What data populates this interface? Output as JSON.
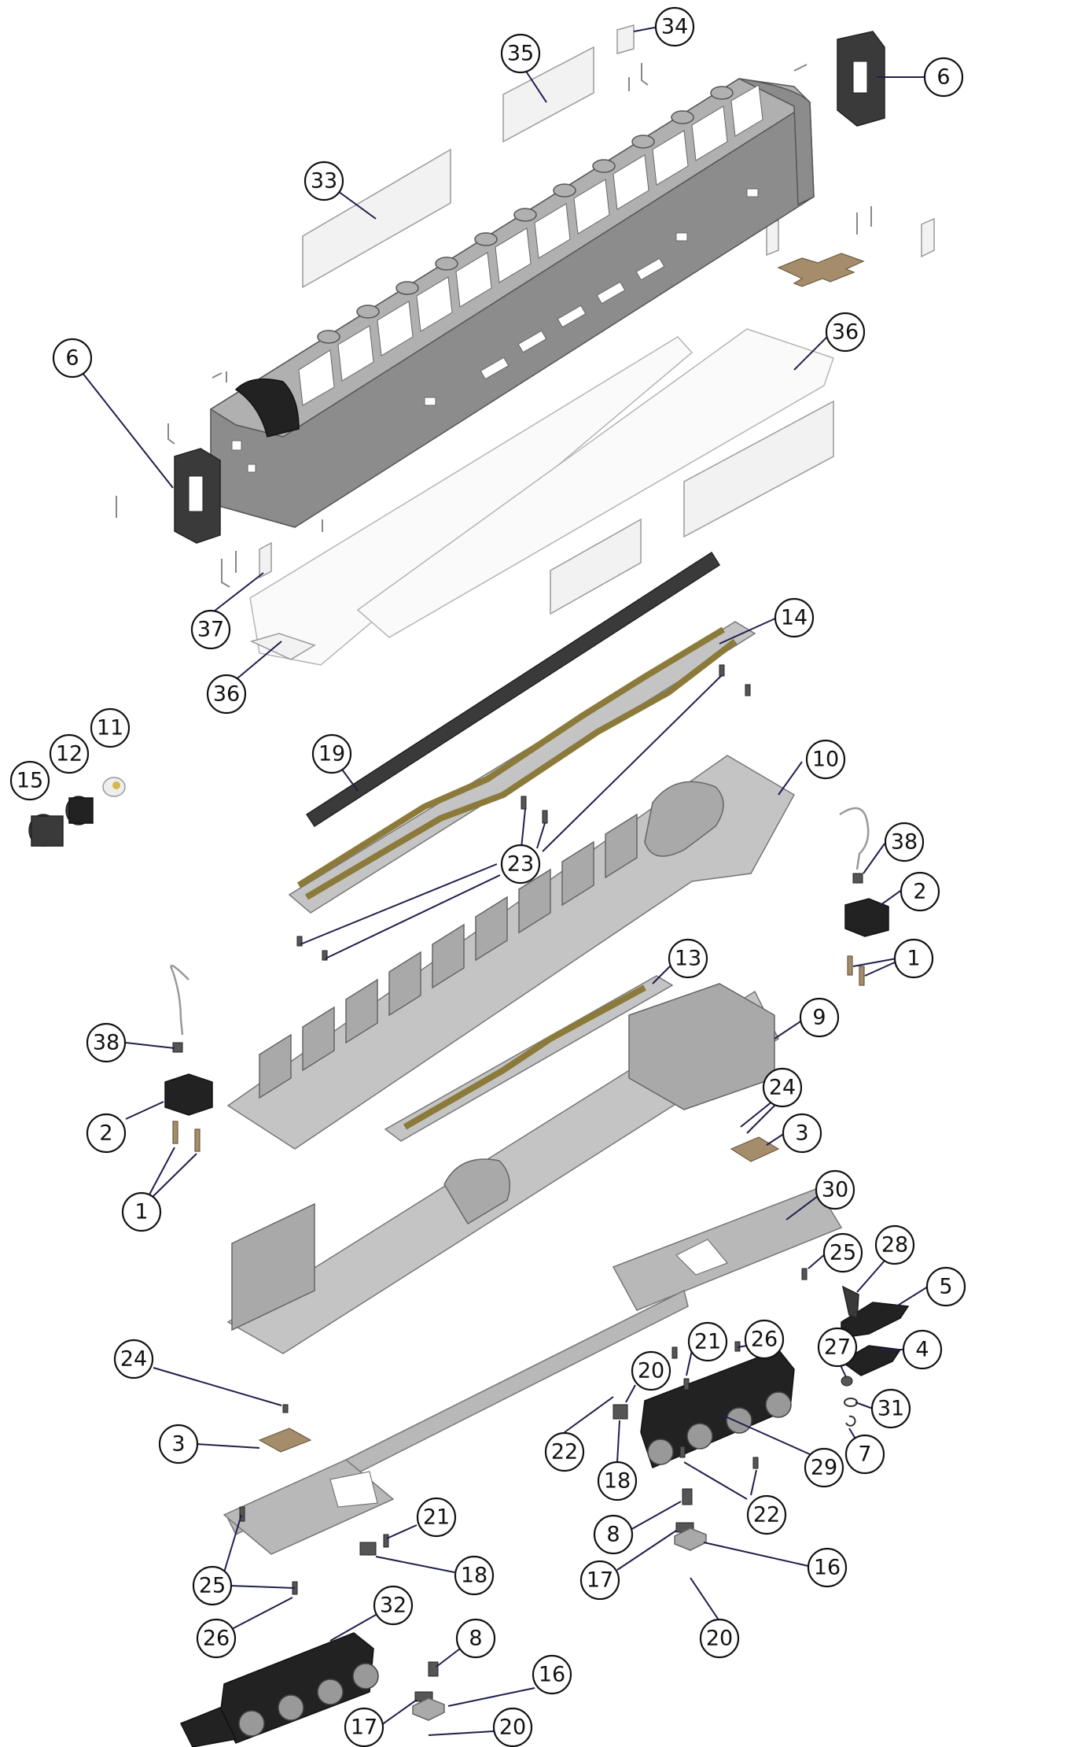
{
  "diagram": {
    "callouts": [
      {
        "label": "34"
      },
      {
        "label": "35"
      },
      {
        "label": "6"
      },
      {
        "label": "33"
      },
      {
        "label": "36"
      },
      {
        "label": "6"
      },
      {
        "label": "37"
      },
      {
        "label": "36"
      },
      {
        "label": "14"
      },
      {
        "label": "11"
      },
      {
        "label": "12"
      },
      {
        "label": "15"
      },
      {
        "label": "19"
      },
      {
        "label": "10"
      },
      {
        "label": "23"
      },
      {
        "label": "38"
      },
      {
        "label": "2"
      },
      {
        "label": "1"
      },
      {
        "label": "13"
      },
      {
        "label": "9"
      },
      {
        "label": "38"
      },
      {
        "label": "24"
      },
      {
        "label": "3"
      },
      {
        "label": "2"
      },
      {
        "label": "1"
      },
      {
        "label": "30"
      },
      {
        "label": "25"
      },
      {
        "label": "28"
      },
      {
        "label": "5"
      },
      {
        "label": "26"
      },
      {
        "label": "21"
      },
      {
        "label": "4"
      },
      {
        "label": "27"
      },
      {
        "label": "24"
      },
      {
        "label": "20"
      },
      {
        "label": "31"
      },
      {
        "label": "3"
      },
      {
        "label": "22"
      },
      {
        "label": "29"
      },
      {
        "label": "7"
      },
      {
        "label": "18"
      },
      {
        "label": "22"
      },
      {
        "label": "8"
      },
      {
        "label": "21"
      },
      {
        "label": "16"
      },
      {
        "label": "17"
      },
      {
        "label": "18"
      },
      {
        "label": "25"
      },
      {
        "label": "20"
      },
      {
        "label": "32"
      },
      {
        "label": "26"
      },
      {
        "label": "8"
      },
      {
        "label": "16"
      },
      {
        "label": "17"
      },
      {
        "label": "20"
      }
    ]
  }
}
